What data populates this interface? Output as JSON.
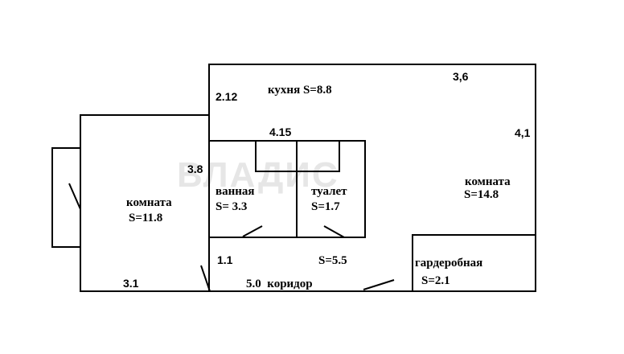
{
  "watermark": "ВЛАДИС",
  "rooms": {
    "kitchen": {
      "name": "кухня",
      "area": "S=8.8"
    },
    "bathroom": {
      "name": "ванная",
      "area": "S= 3.3"
    },
    "toilet": {
      "name": "туалет",
      "area": "S=1.7"
    },
    "room_left": {
      "name": "комната",
      "area": "S=11.8"
    },
    "room_right": {
      "name": "комната",
      "area": "S=14.8"
    },
    "corridor": {
      "name": "коридор",
      "area": "S=5.5"
    },
    "wardrobe": {
      "name": "гардеробная",
      "area": "S=2.1"
    }
  },
  "dimensions": {
    "d_2_12": "2.12",
    "d_3_6": "3,6",
    "d_4_15": "4.15",
    "d_4_1": "4,1",
    "d_3_8": "3.8",
    "d_1_1": "1.1",
    "d_3_1": "3.1",
    "d_5_0": "5.0"
  },
  "colors": {
    "walls": "#000000",
    "watermark": "#e6e6e6"
  }
}
